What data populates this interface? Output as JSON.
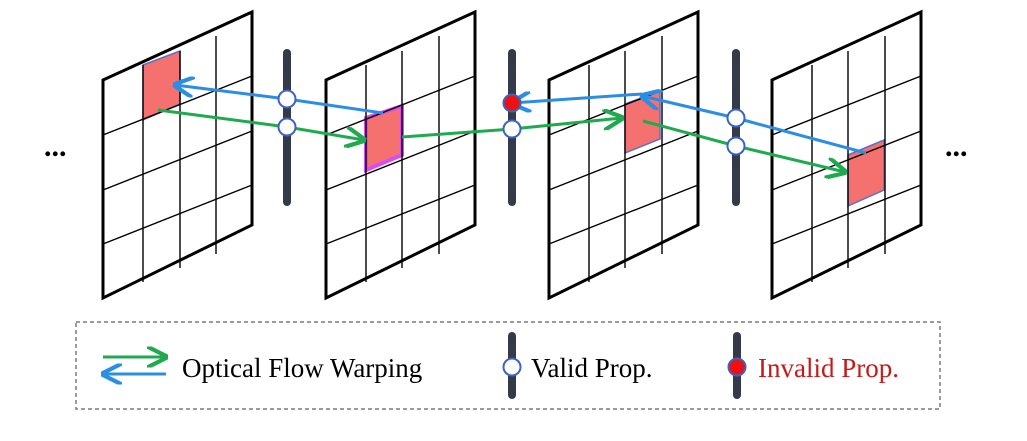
{
  "ellipsis": {
    "left": "...",
    "right": "..."
  },
  "legend": {
    "flow_label": "Optical Flow Warping",
    "valid_label": "Valid Prop.",
    "invalid_label": "Invalid Prop."
  },
  "colors": {
    "frame_stroke": "#000000",
    "patch_fill": "#f47170",
    "patch_highlight_stroke": "#d94cf0",
    "patch_edge": "#5a70c8",
    "green_arrow": "#1faa4f",
    "blue_arrow": "#2a8fe4",
    "bar": "#343a4a",
    "valid_node_fill": "#ffffff",
    "node_stroke": "#3b63c2",
    "invalid_node_fill": "#ee1111",
    "invalid_text": "#c41a1a",
    "legend_border": "#7a7a7a"
  }
}
